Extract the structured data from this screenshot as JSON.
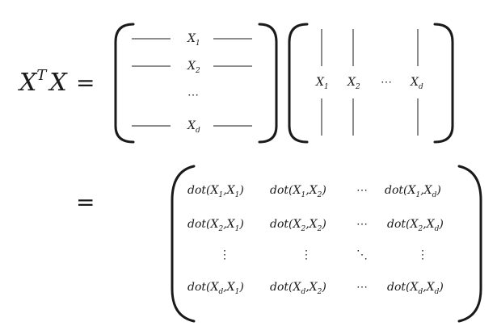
{
  "lhs": {
    "base1": "X",
    "sup": "T",
    "base2": "X",
    "equals": "="
  },
  "row_matrix": {
    "rows": [
      {
        "base": "X",
        "sub": "1"
      },
      {
        "base": "X",
        "sub": "2"
      },
      {
        "dots": "⋯"
      },
      {
        "base": "X",
        "sub": "d"
      }
    ]
  },
  "col_matrix": {
    "cols": [
      {
        "base": "X",
        "sub": "1"
      },
      {
        "base": "X",
        "sub": "2"
      },
      {
        "dots": "⋯"
      },
      {
        "base": "X",
        "sub": "d"
      }
    ]
  },
  "result": {
    "equals": "=",
    "fn": "dot",
    "hdots": "⋯",
    "vdots": "⋮",
    "ddots": "⋱",
    "subs": [
      "1",
      "2",
      "d"
    ]
  }
}
